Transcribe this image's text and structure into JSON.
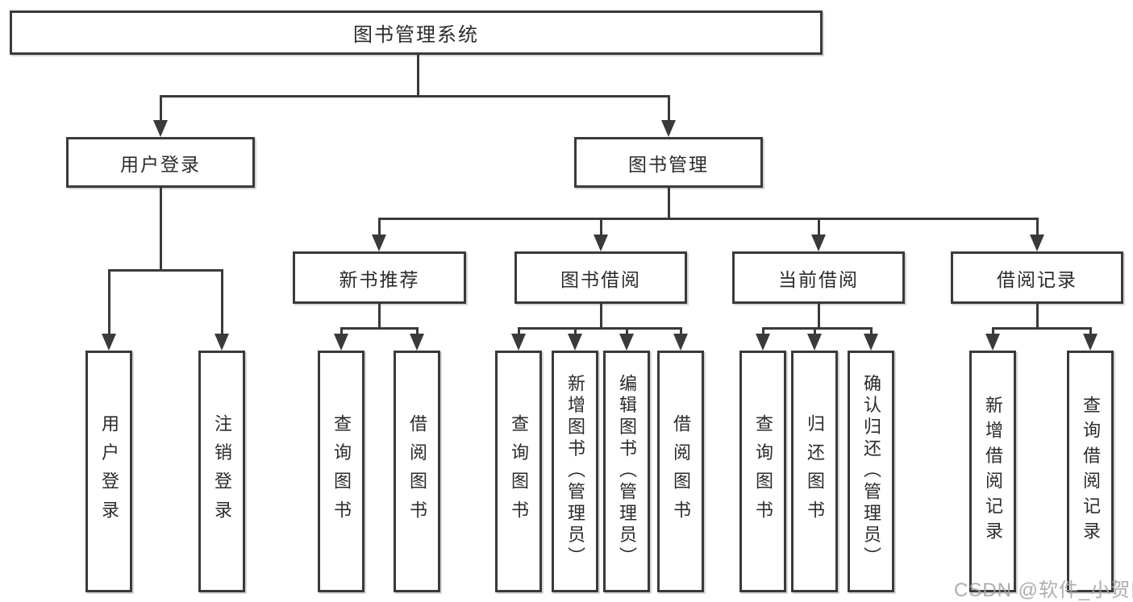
{
  "colors": {
    "line": "#3a3a3a",
    "text": "#2b2b2b",
    "box": "#ffffff",
    "background": "#ffffff",
    "watermark": "#a3a3a3"
  },
  "watermark": "CSDN @软件_小贺同学",
  "tree": {
    "root": {
      "label": "图书管理系统",
      "children": [
        {
          "label": "用户登录",
          "children": [
            {
              "label": "用户登录"
            },
            {
              "label": "注销登录"
            }
          ]
        },
        {
          "label": "图书管理",
          "children": [
            {
              "label": "新书推荐",
              "children": [
                {
                  "label": "查询图书"
                },
                {
                  "label": "借阅图书"
                }
              ]
            },
            {
              "label": "图书借阅",
              "children": [
                {
                  "label": "查询图书"
                },
                {
                  "label": "新增图书（管理员）"
                },
                {
                  "label": "编辑图书（管理员）"
                },
                {
                  "label": "借阅图书"
                }
              ]
            },
            {
              "label": "当前借阅",
              "children": [
                {
                  "label": "查询图书"
                },
                {
                  "label": "归还图书"
                },
                {
                  "label": "确认归还（管理员）"
                }
              ]
            },
            {
              "label": "借阅记录",
              "children": [
                {
                  "label": "新增借阅记录"
                },
                {
                  "label": "查询借阅记录"
                }
              ]
            }
          ]
        }
      ]
    }
  }
}
